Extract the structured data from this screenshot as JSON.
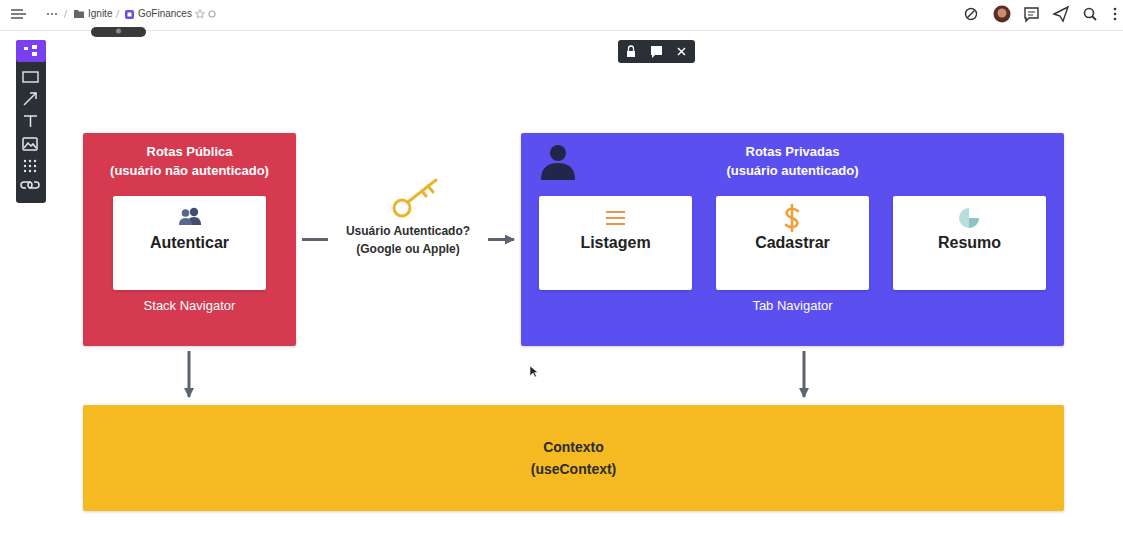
{
  "diagram": {
    "nodes": [
      {
        "text": [
          "Rotas Pública",
          "(usuário não autenticado)",
          "Stack Navigator"
        ]
      },
      {
        "text": [
          "Autenticar"
        ],
        "in": 0
      },
      {
        "text": [
          "Rotas Privadas",
          "(usuário autenticado)",
          "Tab Navigator"
        ]
      },
      {
        "text": [
          "Listagem"
        ],
        "in": 2
      },
      {
        "text": [
          "Cadastrar"
        ],
        "in": 2
      },
      {
        "text": [
          "Resumo"
        ],
        "in": 2
      },
      {
        "text": [
          "Contexto",
          "(useContext)"
        ]
      }
    ],
    "edges": [
      {
        "from": 0,
        "to": 2,
        "arrow": "to",
        "label": "Usuário Autenticado? (Google ou Apple)"
      },
      {
        "from": 0,
        "to": 6,
        "arrow": "to"
      },
      {
        "from": 2,
        "to": 6,
        "arrow": "to"
      }
    ],
    "labels": [
      "Ignite",
      "GoFinances"
    ]
  }
}
